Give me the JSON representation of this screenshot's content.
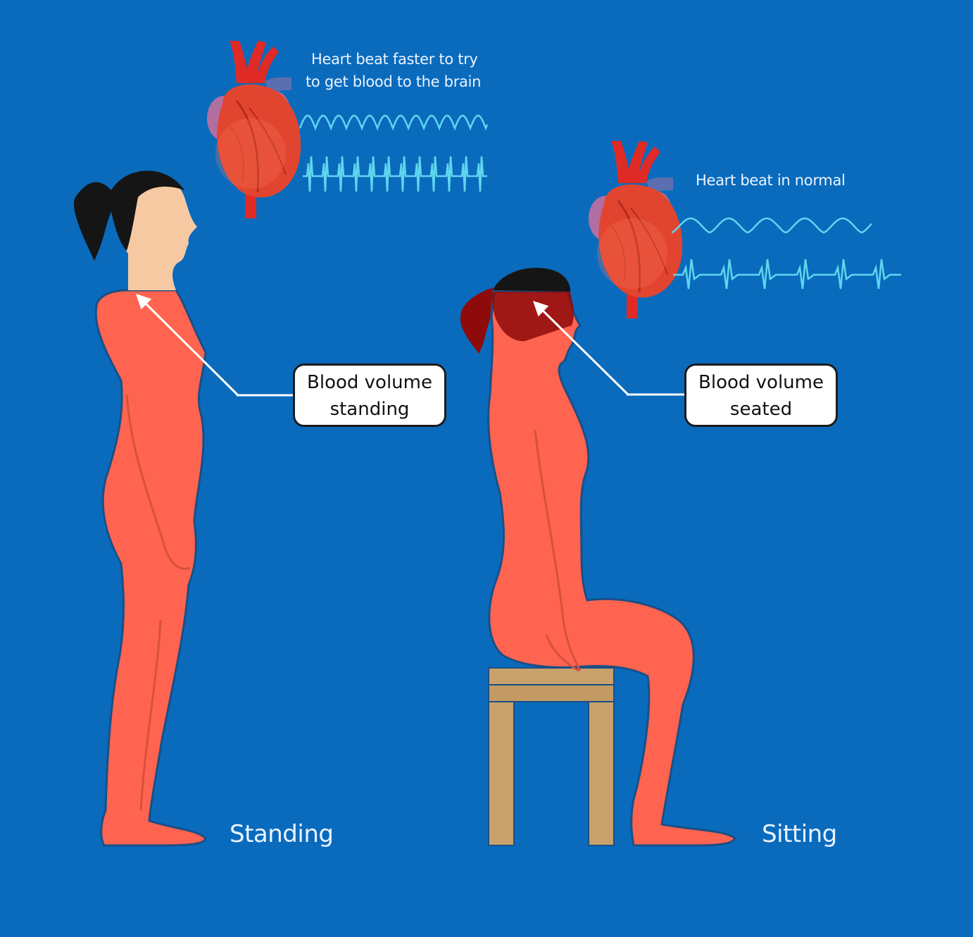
{
  "colors": {
    "background": "#0a6bbd",
    "body": "#ff6450",
    "body_outline": "#1a4f86",
    "skin": "#f7c9a3",
    "hair": "#151515",
    "low_blood_head": "#8e0b0b",
    "stool": "#c9a16c",
    "ecg": "#5fd6ee",
    "heart_red": "#e2452f",
    "aorta": "#e02a26",
    "vein_blue": "#5b6fb0",
    "callout_bg": "#ffffff"
  },
  "figures": {
    "standing": {
      "icon": "standing-woman-icon",
      "label": "Standing",
      "callout": [
        "Blood volume",
        "standing"
      ]
    },
    "sitting": {
      "icon": "seated-woman-icon",
      "label": "Sitting",
      "callout": [
        "Blood volume",
        "seated"
      ]
    }
  },
  "hearts": {
    "standing": {
      "icon": "heart-icon",
      "caption": [
        "Heart beat faster to try",
        "to get blood to the brain"
      ],
      "ecg_icon": "fast-heartbeat-waveform-icon"
    },
    "sitting": {
      "icon": "heart-icon",
      "caption": [
        "Heart beat in normal"
      ],
      "ecg_icon": "normal-heartbeat-waveform-icon"
    }
  },
  "props": {
    "stool_icon": "stool-icon",
    "arrow_icon": "arrow-icon"
  }
}
